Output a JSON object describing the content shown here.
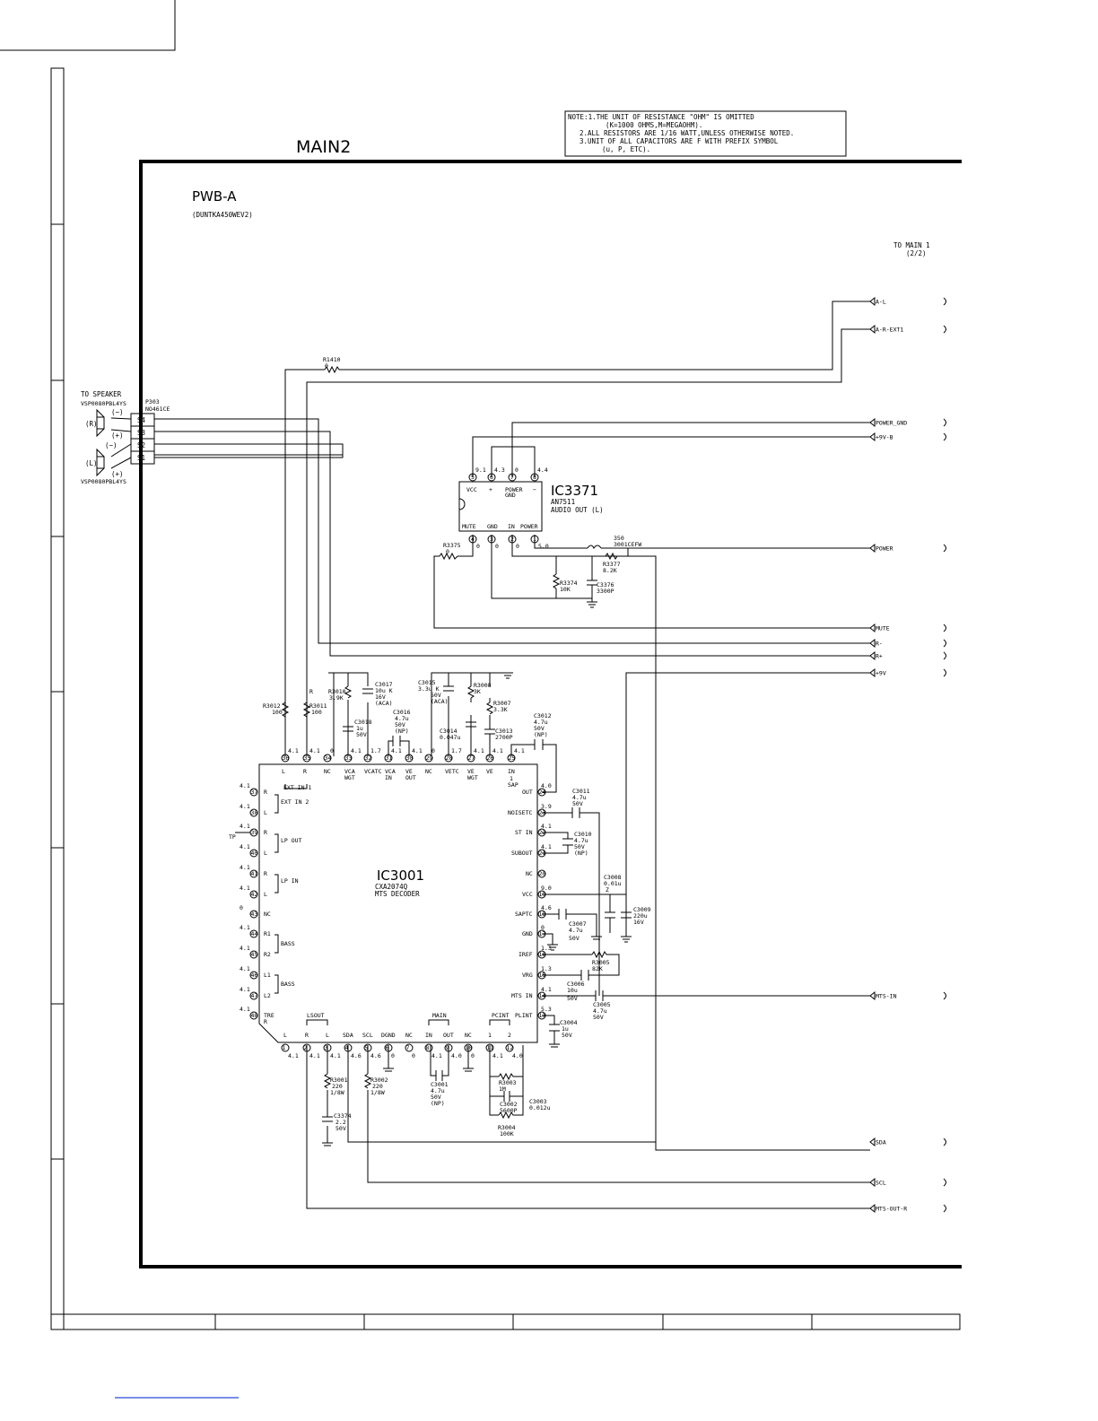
{
  "sheet": {
    "title": "MAIN2",
    "board": "PWB-A",
    "board_code": "(DUNTKA450WEV2)",
    "to_main": [
      "TO MAIN 1",
      "(2/2)"
    ]
  },
  "note": {
    "lines": [
      "NOTE:1.THE UNIT OF RESISTANCE \"OHM\" IS OMITTED",
      "(K=1000 OHMS,M=MEGAOHM).",
      "2.ALL RESISTORS ARE 1/16 WATT,UNLESS OTHERWISE NOTED.",
      "3.UNIT OF ALL CAPACITORS ARE F WITH PREFIX SYMBOL",
      "(u, P, ETC)."
    ]
  },
  "speaker": {
    "title": "TO SPEAKER",
    "part_top": "VSP0080PBL4YS",
    "part_bottom": "VSP0080PBL4YS",
    "r_label": "(R)",
    "l_label": "(L)",
    "pol": [
      "(−)",
      "(+)",
      "(−)",
      "(+)"
    ],
    "connector": [
      "P303",
      "NO461CE"
    ],
    "pins": [
      "S4",
      "S3",
      "S2",
      "S1"
    ]
  },
  "connectors": [
    {
      "label": "A-L"
    },
    {
      "label": "A-R-EXT1"
    },
    {
      "label": "POWER_GND"
    },
    {
      "label": "+9V-B"
    },
    {
      "label": "POWER"
    },
    {
      "label": "MUTE"
    },
    {
      "label": "R-"
    },
    {
      "label": "R+"
    },
    {
      "label": "+9V"
    },
    {
      "label": "MTS-IN"
    },
    {
      "label": "SDA"
    },
    {
      "label": "SCL"
    },
    {
      "label": "MTS-OUT-R"
    }
  ],
  "ic3371": {
    "name": "IC3371",
    "part": "AN7511",
    "function": "AUDIO OUT (L)",
    "top_labels": [
      "VCC",
      "+",
      "POWER GND",
      "−"
    ],
    "bottom_labels": [
      "MUTE",
      "GND",
      "IN",
      "POWER"
    ],
    "top_pins": [
      "5",
      "6",
      "7",
      "8"
    ],
    "top_volts": [
      "9.1",
      "4.3",
      "0",
      "4.4"
    ],
    "bottom_pins": [
      "4",
      "3",
      "2",
      "1"
    ],
    "bottom_volts": [
      "0",
      "0",
      "0",
      "5.0"
    ]
  },
  "ic3001": {
    "name": "IC3001",
    "part": "CXA2074Q",
    "function": "MTS DECODER",
    "top_pins": [
      "36",
      "35",
      "34",
      "33",
      "32",
      "31",
      "30",
      "29",
      "28",
      "27",
      "26",
      "25"
    ],
    "top_volts": [
      "4.1",
      "4.1",
      "0",
      "4.1",
      "1.7",
      "4.1",
      "4.1",
      "0",
      "1.7",
      "4.1",
      "4.1",
      "4.1"
    ],
    "top_labels": [
      "L",
      "R",
      "NC",
      "VCA WGT",
      "VCATC",
      "VCA IN",
      "VE OUT",
      "NC",
      "VETC",
      "VE WGT",
      "VE",
      "IN"
    ],
    "ext_in_1": "EXT IN 1",
    "sap": [
      "1",
      "SAP"
    ],
    "left_pins": [
      "37",
      "38",
      "39",
      "40",
      "41",
      "42",
      "43",
      "44",
      "45",
      "46",
      "47",
      "48"
    ],
    "left_volts": [
      "4.1",
      "4.1",
      "4.1",
      "4.1",
      "4.1",
      "4.1",
      "0",
      "4.1",
      "4.1",
      "4.1",
      "4.1",
      "4.1"
    ],
    "left_labels": [
      "R",
      "L",
      "R",
      "L",
      "R",
      "L",
      "NC",
      "R1",
      "R2",
      "L1",
      "L2",
      "TRE R"
    ],
    "left_groups": [
      "EXT IN 2",
      "LP OUT",
      "LP IN",
      "BASS",
      "BASS"
    ],
    "tp": "TP",
    "right_pins": [
      "24",
      "23",
      "22",
      "21",
      "20",
      "19",
      "18",
      "17",
      "16",
      "15",
      "14",
      "13"
    ],
    "right_volts": [
      "4.0",
      "3.9",
      "4.1",
      "4.1",
      "",
      "9.0",
      "4.6",
      "0",
      "1.3",
      "1.3",
      "4.1",
      "5.3"
    ],
    "right_labels": [
      "OUT",
      "NOISETC",
      "ST IN",
      "SUBOUT",
      "NC",
      "VCC",
      "SAPTC",
      "GND",
      "IREF",
      "VRG",
      "MTS IN",
      "PLINT"
    ],
    "bottom_pins": [
      "1",
      "2",
      "3",
      "4",
      "5",
      "6",
      "7",
      "8",
      "9",
      "10",
      "11",
      "12"
    ],
    "bottom_volts": [
      "4.1",
      "4.1",
      "4.1",
      "4.6",
      "4.6",
      "0",
      "0",
      "4.1",
      "4.0",
      "0",
      "4.1",
      "4.0"
    ],
    "bottom_labels": [
      "L",
      "R",
      "L",
      "SDA",
      "SCL",
      "DGND",
      "NC",
      "IN",
      "OUT",
      "NC",
      "1",
      "2"
    ],
    "bottom_groups": [
      "LSOUT",
      "MAIN",
      "PCINT"
    ]
  },
  "components": {
    "r1410": [
      "R1410",
      "0"
    ],
    "r3375": [
      "R3375",
      "0"
    ],
    "r3374": [
      "R3374",
      "10K"
    ],
    "c3376": [
      "C3376",
      "3300P"
    ],
    "r3377": [
      "R3377",
      "8.2K"
    ],
    "coil350": [
      "350",
      "3001CEFW"
    ],
    "r3012": [
      "R3012",
      "100"
    ],
    "r3011": [
      "R",
      "R3011",
      "100"
    ],
    "r3010": [
      "R3010",
      "3.9K"
    ],
    "c3017": [
      "C3017",
      "10u K",
      "16V",
      "(ACA)"
    ],
    "c3018": [
      "C3018",
      "1u",
      "50V"
    ],
    "c3016": [
      "C3016",
      "4.7u",
      "50V",
      "(NP)"
    ],
    "c3015": [
      "C3015",
      "3.3u K",
      "50V",
      "(ACA)"
    ],
    "r3008": [
      "R3008",
      "3K"
    ],
    "r3007": [
      "R3007",
      "3.3K"
    ],
    "c3014": [
      "C3014",
      "0.047u"
    ],
    "c3013": [
      "C3013",
      "2700P"
    ],
    "c3012": [
      "C3012",
      "4.7u",
      "50V",
      "(NP)"
    ],
    "c3011": [
      "C3011",
      "4.7u",
      "50V"
    ],
    "c3010": [
      "C3010",
      "4.7u",
      "50V",
      "(NP)"
    ],
    "c3008": [
      "C3008",
      "0.01u",
      "Z"
    ],
    "c3009": [
      "C3009",
      "220u",
      "16V"
    ],
    "c3007": [
      "C3007",
      "4.7u",
      "50V"
    ],
    "r3005": [
      "R3005",
      "82K"
    ],
    "c3006": [
      "C3006",
      "10u",
      "50V"
    ],
    "c3005": [
      "C3005",
      "4.7u",
      "50V"
    ],
    "c3004": [
      "C3004",
      "1u",
      "50V"
    ],
    "r3001": [
      "R3001",
      "220",
      "1/8W"
    ],
    "r3002": [
      "R3002",
      "220",
      "1/8W"
    ],
    "c3001": [
      "C3001",
      "4.7u",
      "50V",
      "(NP)"
    ],
    "r3003": [
      "R3003",
      "1M"
    ],
    "c3002": [
      "C3002",
      "5600P"
    ],
    "c3003": [
      "C3003",
      "0.012u"
    ],
    "r3004": [
      "R3004",
      "100K"
    ],
    "c3374": [
      "C3374",
      "2.2",
      "50V"
    ]
  }
}
